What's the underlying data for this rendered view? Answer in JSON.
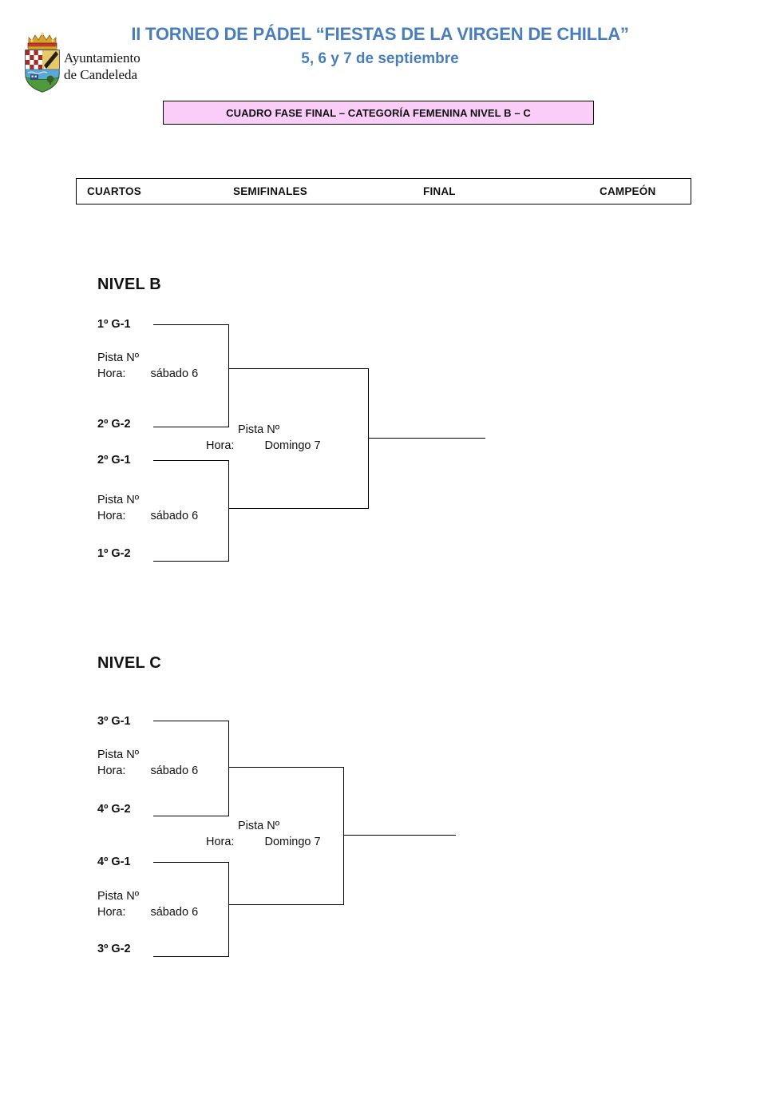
{
  "document": {
    "organization": "Ayuntamiento\nde Candeleda",
    "title": "II TORNEO DE PÁDEL “FIESTAS DE LA VIRGEN DE CHILLA”",
    "subtitle": "5, 6 y 7 de septiembre",
    "category_banner": "CUADRO FASE FINAL – CATEGORÍA FEMENINA NIVEL B – C"
  },
  "colors": {
    "title_blue": "#4a7ebb",
    "banner_pink": "#facdf8",
    "line_black": "#000000"
  },
  "rounds": {
    "quarters": "CUARTOS",
    "semifinals": "SEMIFINALES",
    "final": "FINAL",
    "champion": "CAMPEÓN"
  },
  "labels": {
    "pista": "Pista Nº",
    "hora": "Hora:"
  },
  "levels": [
    {
      "id": "nivel-b",
      "title": "NIVEL B",
      "quarterfinals": [
        {
          "id": "b-qf-1",
          "top_seed": "1º G-1",
          "bottom_seed": "2º G-2",
          "pista": "Pista Nº",
          "hora": "Hora:",
          "day": "sábado 6"
        },
        {
          "id": "b-qf-2",
          "top_seed": "2º G-1",
          "bottom_seed": "1º G-2",
          "pista": "Pista Nº",
          "hora": "Hora:",
          "day": "sábado 6"
        }
      ],
      "semifinal": {
        "id": "b-sf-1",
        "pista": "Pista Nº",
        "hora": "Hora:",
        "day": "Domingo 7"
      }
    },
    {
      "id": "nivel-c",
      "title": "NIVEL C",
      "quarterfinals": [
        {
          "id": "c-qf-1",
          "top_seed": "3º G-1",
          "bottom_seed": "4º G-2",
          "pista": "Pista Nº",
          "hora": "Hora:",
          "day": "sábado 6"
        },
        {
          "id": "c-qf-2",
          "top_seed": "4º G-1",
          "bottom_seed": "3º G-2",
          "pista": "Pista Nº",
          "hora": "Hora:",
          "day": "sábado 6"
        }
      ],
      "semifinal": {
        "id": "c-sf-1",
        "pista": "Pista Nº",
        "hora": "Hora:",
        "day": "Domingo 7"
      }
    }
  ]
}
